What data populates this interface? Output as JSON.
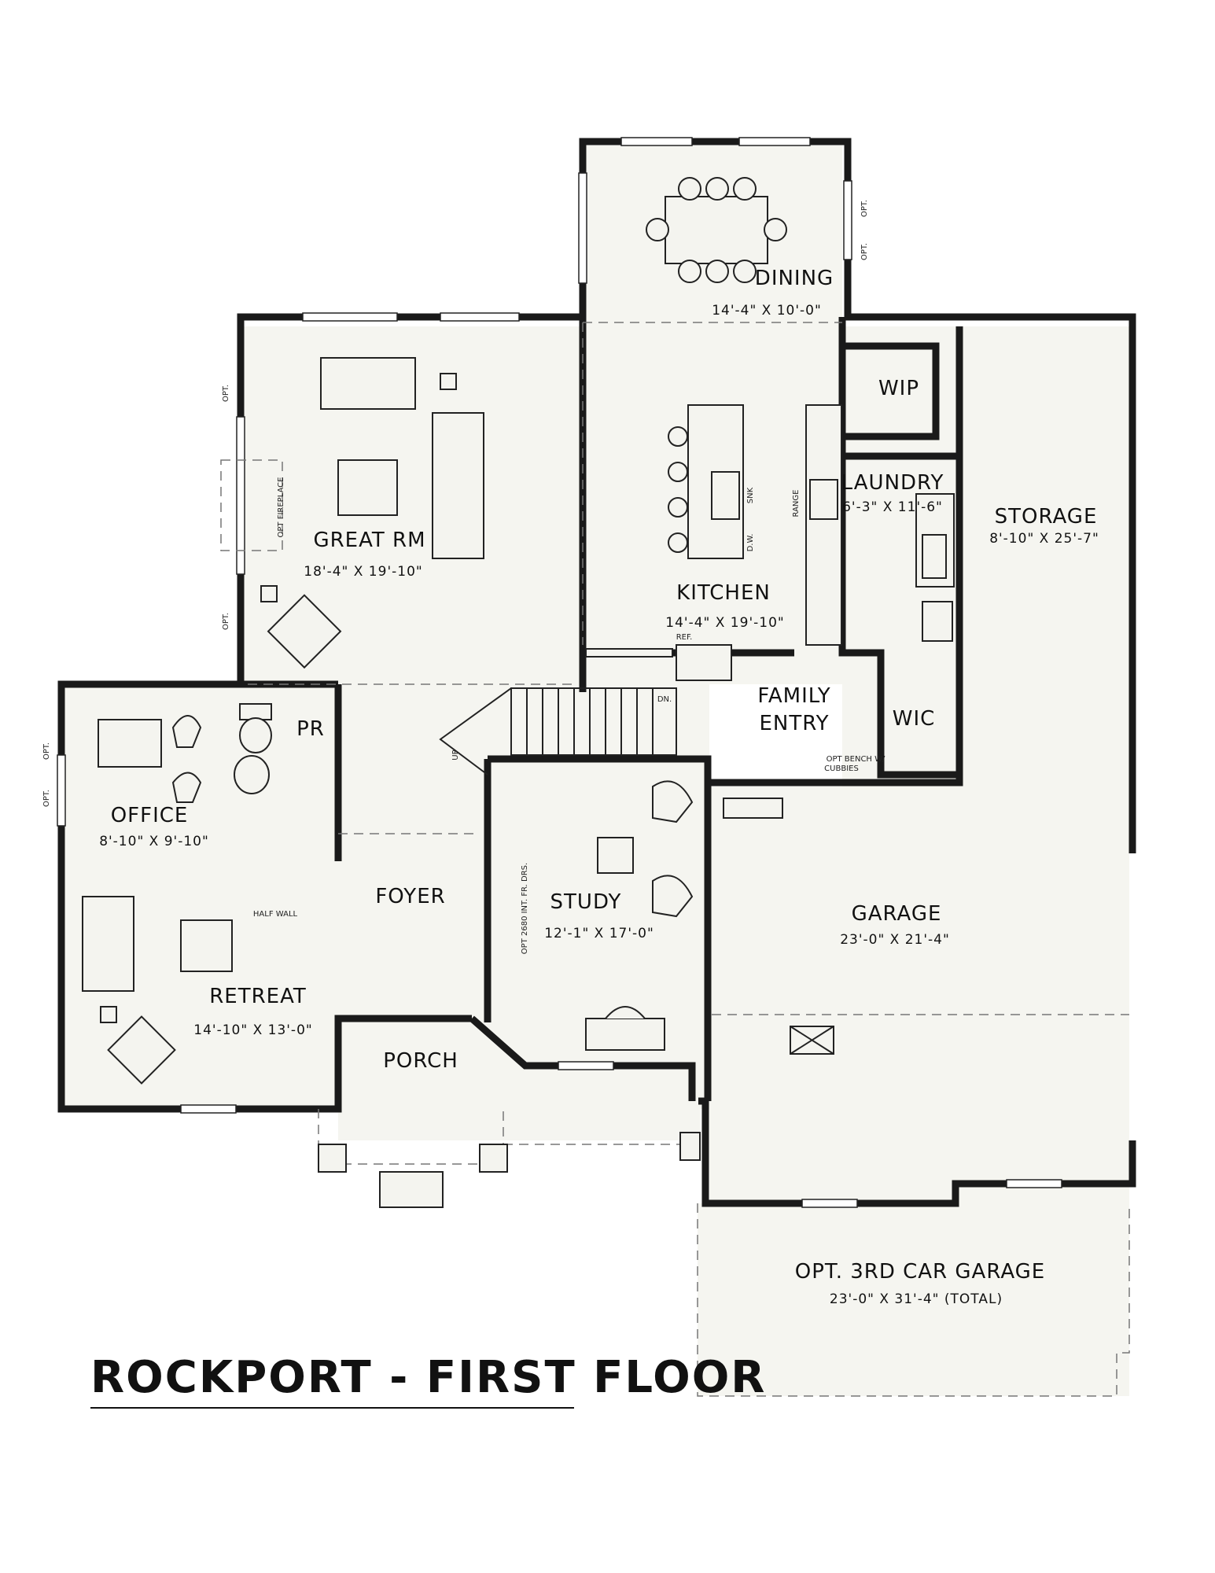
{
  "plan_title": "ROCKPORT - FIRST FLOOR",
  "rooms": {
    "dining": {
      "name": "DINING",
      "dims": "14'-4\" X 10'-0\""
    },
    "wip": {
      "name": "WIP"
    },
    "great_rm": {
      "name": "GREAT RM",
      "dims": "18'-4\" X 19'-10\""
    },
    "kitchen": {
      "name": "KITCHEN",
      "dims": "14'-4\" X 19'-10\""
    },
    "laundry": {
      "name": "LAUNDRY",
      "dims": "6'-3\" X 11'-6\""
    },
    "storage": {
      "name": "STORAGE",
      "dims": "8'-10\" X 25'-7\""
    },
    "family_entry": {
      "name_line1": "FAMILY",
      "name_line2": "ENTRY"
    },
    "wic": {
      "name": "WIC"
    },
    "pr": {
      "name": "PR"
    },
    "office": {
      "name": "OFFICE",
      "dims": "8'-10\" X 9'-10\""
    },
    "foyer": {
      "name": "FOYER"
    },
    "study": {
      "name": "STUDY",
      "dims": "12'-1\" X 17'-0\""
    },
    "garage": {
      "name": "GARAGE",
      "dims": "23'-0\" X 21'-4\""
    },
    "retreat": {
      "name": "RETREAT",
      "dims": "14'-10\" X 13'-0\""
    },
    "porch": {
      "name": "PORCH"
    },
    "third_car": {
      "name": "OPT. 3RD CAR GARAGE",
      "dims": "23'-0\" X 31'-4\" (TOTAL)"
    }
  },
  "annotations": {
    "opt": "OPT.",
    "opt_fireplace": "OPT FIREPLACE",
    "snk": "SNK",
    "dw": "D.W.",
    "range": "RANGE",
    "ref": "REF.",
    "dn": "DN.",
    "up": "UP",
    "opt_bench": "OPT BENCH W/",
    "cubbies": "CUBBIES",
    "half_wall": "HALF WALL",
    "opt_doors": "OPT 2680 INT. FR. DRS."
  }
}
